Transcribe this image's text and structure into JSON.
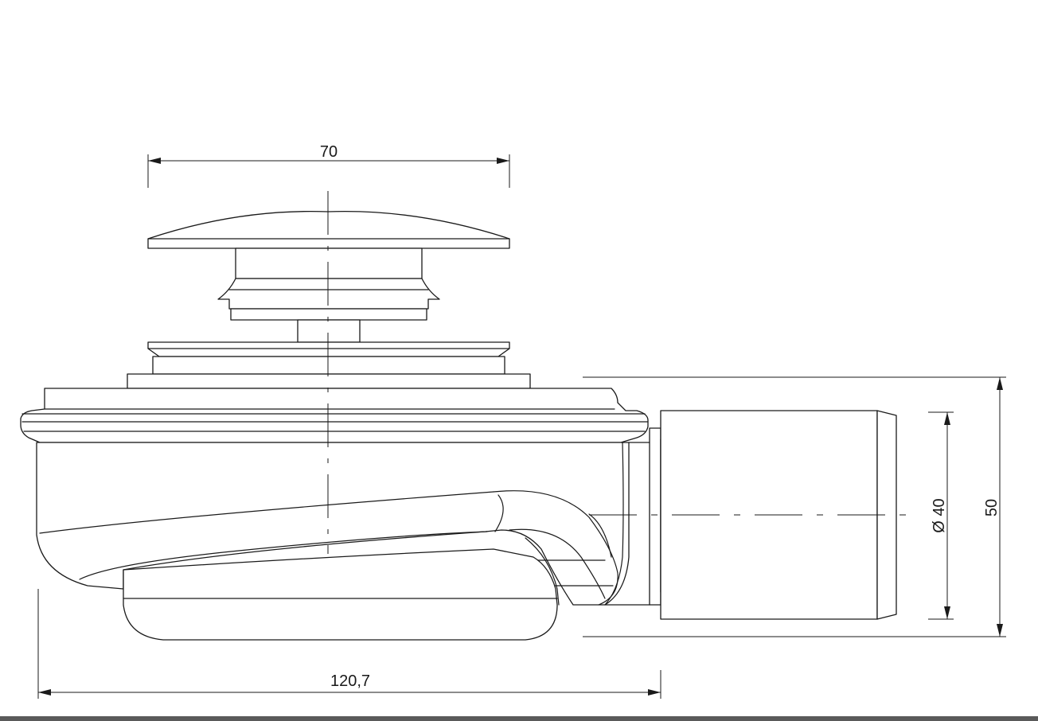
{
  "dimensions": {
    "cap_width": "70",
    "overall_length": "120,7",
    "outlet_diameter": "Ø 40",
    "outlet_height": "50"
  },
  "colors": {
    "line": "#1a1a1a",
    "background": "#ffffff",
    "bottom_bar": "#5a5a5a"
  }
}
